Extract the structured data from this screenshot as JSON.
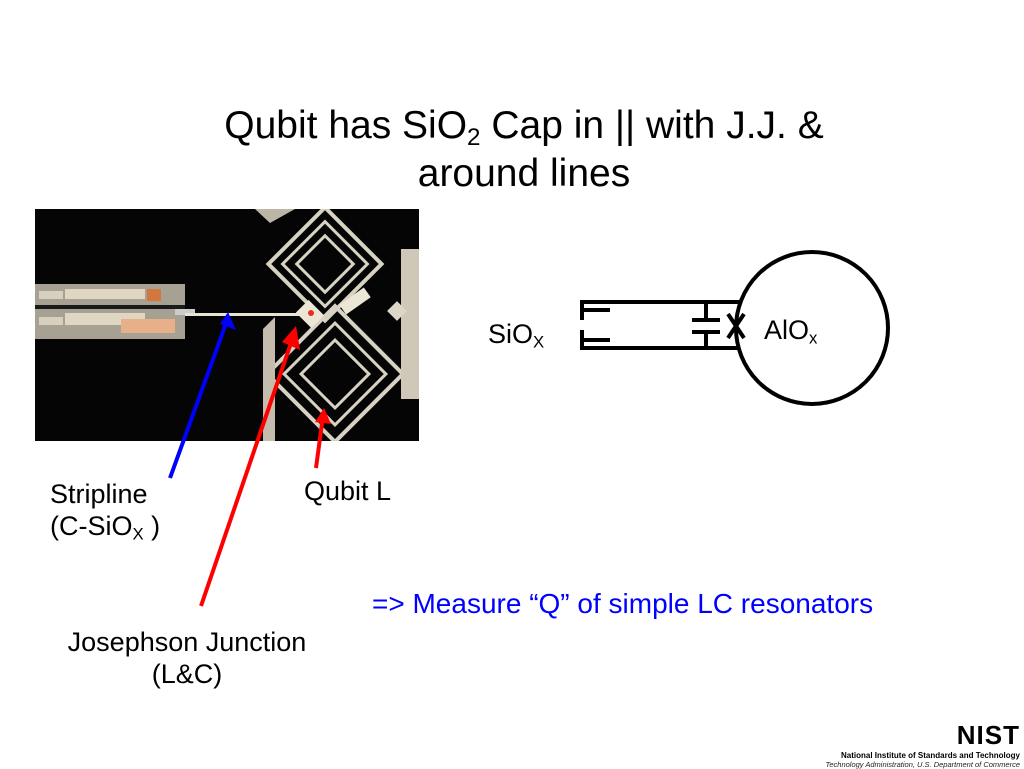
{
  "title": {
    "line1_pre": "Qubit has SiO",
    "line1_sub": "2",
    "line1_post": " Cap in || with J.J. &",
    "line2": "around lines"
  },
  "labels": {
    "stripline_line1": "Stripline",
    "stripline_line2_pre": "(C-SiO",
    "stripline_line2_sub": "X",
    "stripline_line2_post": " )",
    "qubit_l": "Qubit L",
    "jj_line1": "Josephson Junction",
    "jj_line2": "(L&C)"
  },
  "circuit": {
    "siox_main": "SiO",
    "siox_sub": "X",
    "alox_main": "AlO",
    "alox_sub": "x"
  },
  "measure_text": "=> Measure “Q” of simple LC resonators",
  "footer": {
    "logo": "NIST",
    "line1": "National Institute of Standards and Technology",
    "line2": "Technology Administration, U.S. Department of Commerce"
  },
  "colors": {
    "arrow_blue": "#0000ff",
    "arrow_red": "#ff0000",
    "measure_text": "#0000ff"
  }
}
